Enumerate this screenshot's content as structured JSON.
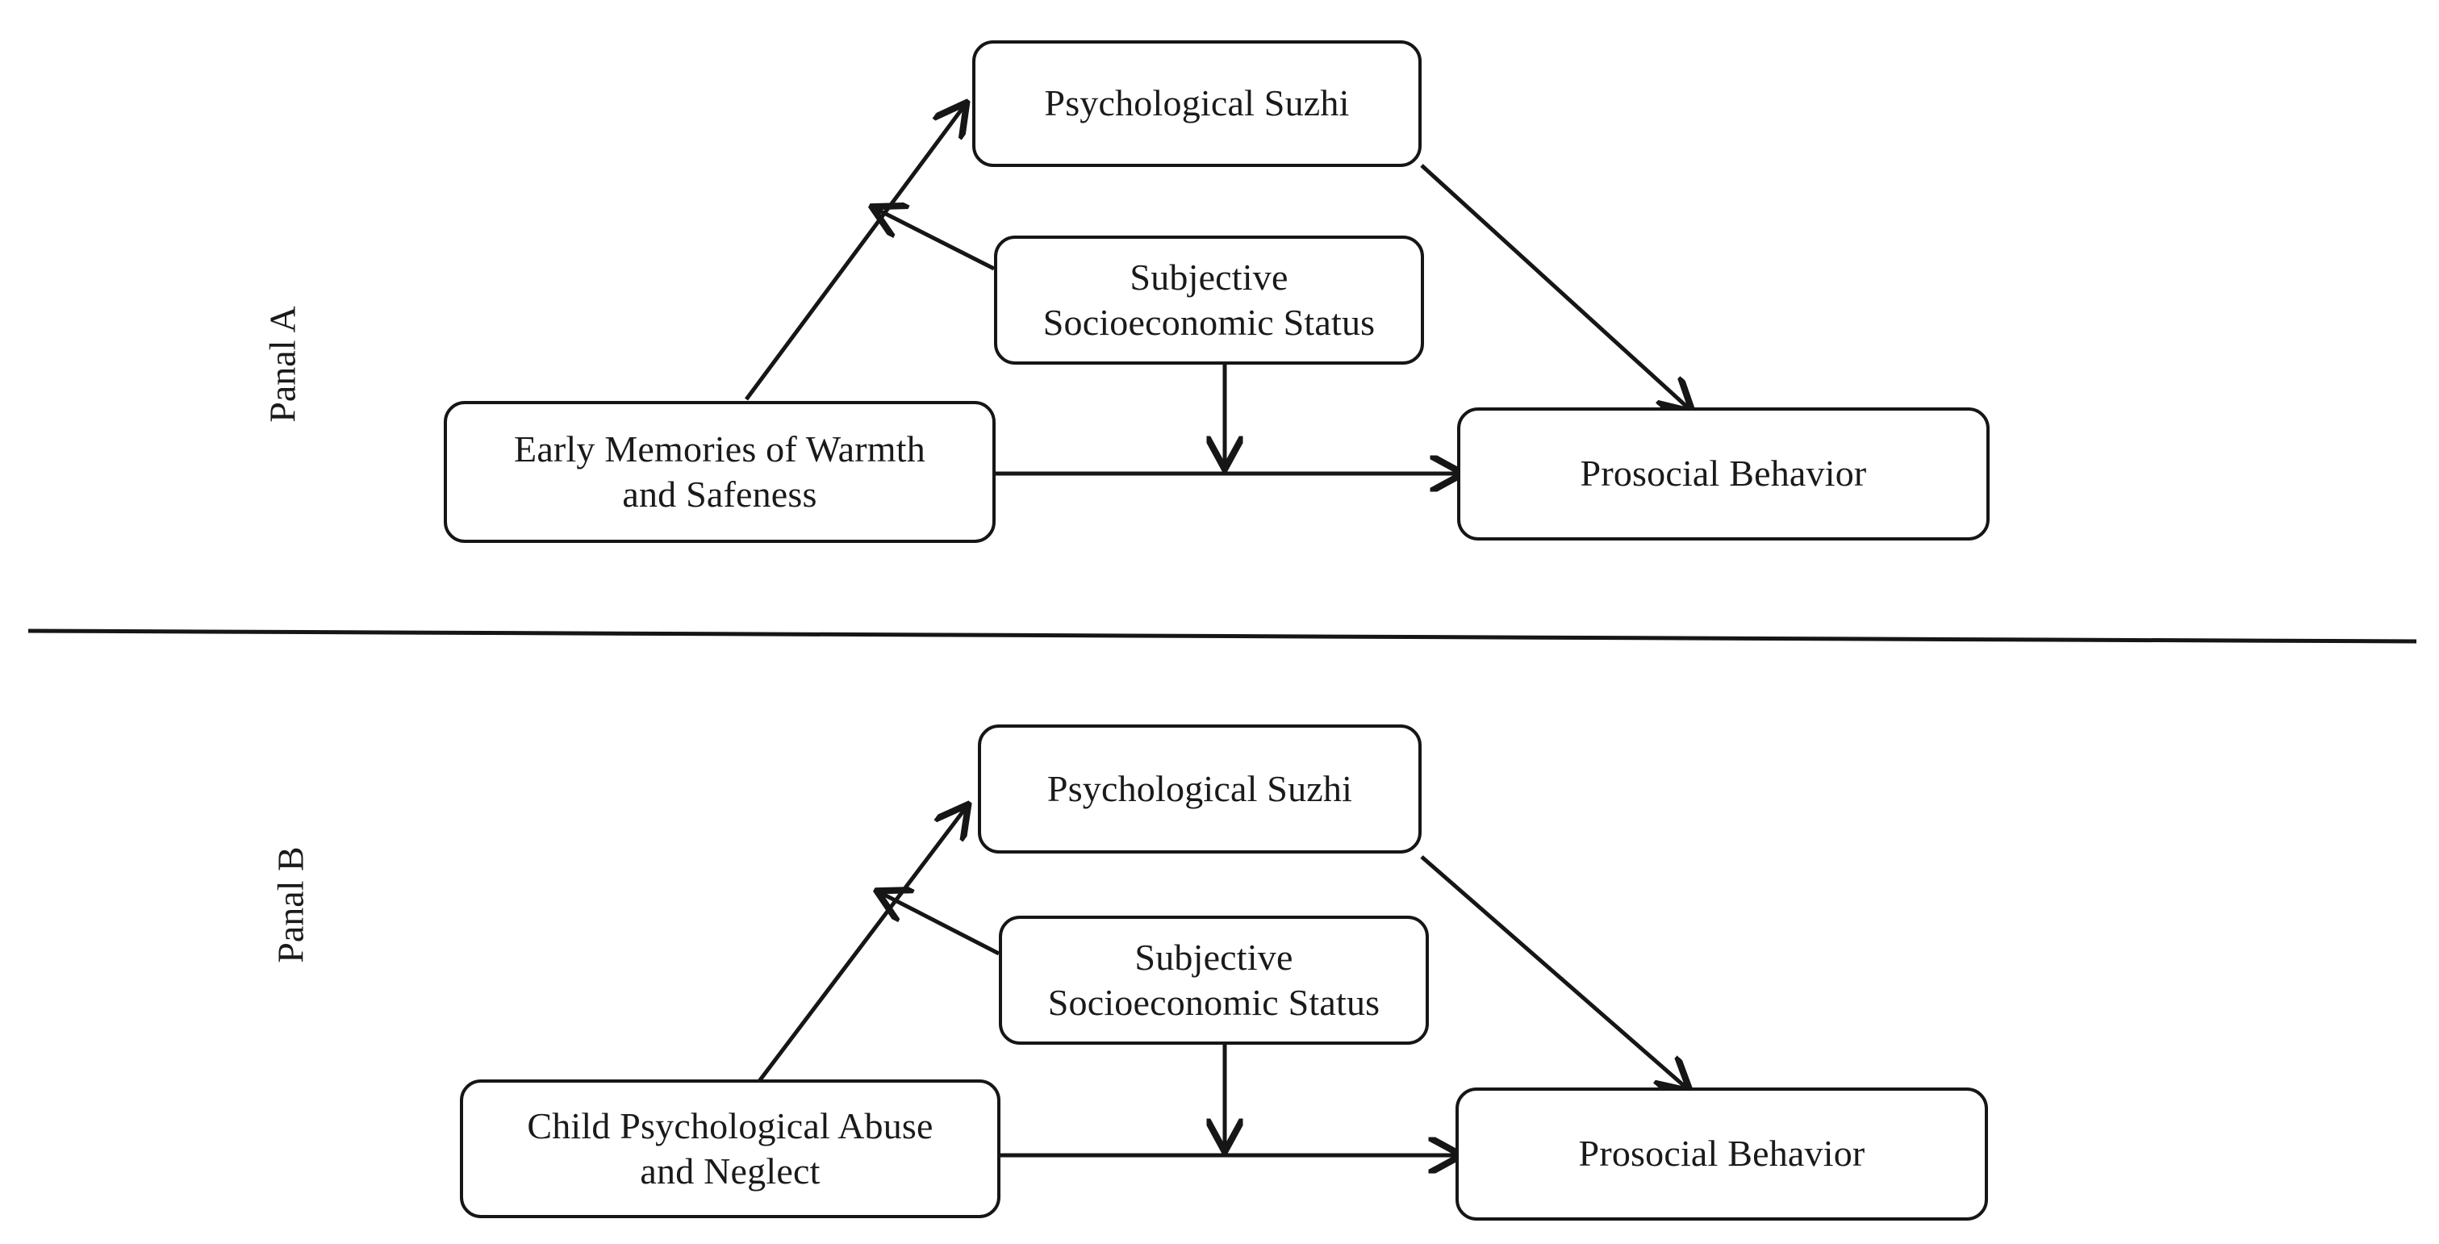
{
  "figure": {
    "type": "conceptual-moderated-mediation-model",
    "background_color": "#ffffff",
    "line_color": "#161616",
    "text_color": "#1a1a1a"
  },
  "panels": [
    {
      "id": "panel-a",
      "label": "Panal A",
      "nodes": {
        "mediator": "Psychological Suzhi",
        "moderator": "Subjective\nSocioeconomic Status",
        "moderator_line1": "Subjective",
        "moderator_line2": "Socioeconomic Status",
        "predictor_line1": "Early Memories of Warmth",
        "predictor_line2": "and Safeness",
        "outcome": "Prosocial Behavior"
      },
      "paths": [
        {
          "from": "Early Memories of Warmth and Safeness",
          "to": "Psychological Suzhi",
          "style": "arrow"
        },
        {
          "from": "Psychological Suzhi",
          "to": "Prosocial Behavior",
          "style": "arrow"
        },
        {
          "from": "Early Memories of Warmth and Safeness",
          "to": "Prosocial Behavior",
          "style": "arrow"
        },
        {
          "from": "Subjective Socioeconomic Status",
          "to": "a-path (Early Memories -> Psychological Suzhi)",
          "style": "moderation-arrow"
        },
        {
          "from": "Subjective Socioeconomic Status",
          "to": "c-path (Early Memories -> Prosocial Behavior)",
          "style": "moderation-arrow"
        }
      ]
    },
    {
      "id": "panel-b",
      "label": "Panal B",
      "nodes": {
        "mediator": "Psychological Suzhi",
        "moderator": "Subjective\nSocioeconomic Status",
        "moderator_line1": "Subjective",
        "moderator_line2": "Socioeconomic Status",
        "predictor_line1": "Child Psychological Abuse",
        "predictor_line2": "and Neglect",
        "outcome": "Prosocial Behavior"
      },
      "paths": [
        {
          "from": "Child Psychological Abuse and Neglect",
          "to": "Psychological Suzhi",
          "style": "arrow"
        },
        {
          "from": "Psychological Suzhi",
          "to": "Prosocial Behavior",
          "style": "arrow"
        },
        {
          "from": "Child Psychological Abuse and Neglect",
          "to": "Prosocial Behavior",
          "style": "arrow"
        },
        {
          "from": "Subjective Socioeconomic Status",
          "to": "a-path (Child Psychological Abuse -> Psychological Suzhi)",
          "style": "moderation-arrow"
        },
        {
          "from": "Subjective Socioeconomic Status",
          "to": "c-path (Child Psychological Abuse -> Prosocial Behavior)",
          "style": "moderation-arrow"
        }
      ]
    }
  ],
  "divider": {
    "present": true
  }
}
